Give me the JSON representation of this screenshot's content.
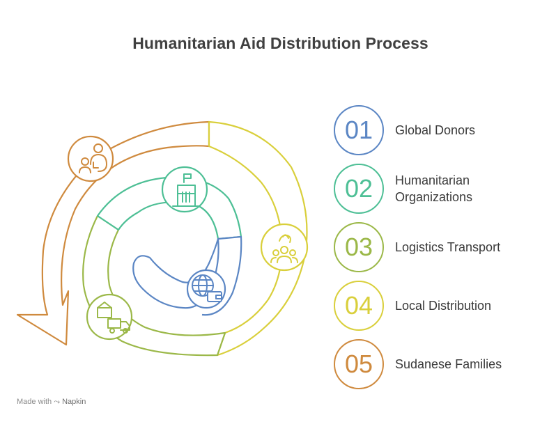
{
  "title": "Humanitarian Aid Distribution Process",
  "steps": [
    {
      "number": "01",
      "label": "Global Donors",
      "color": "#5b86c4",
      "icon": "donors-icon"
    },
    {
      "number": "02",
      "label": "Humanitarian Organizations",
      "color": "#4dbf95",
      "icon": "organization-building-icon"
    },
    {
      "number": "03",
      "label": "Logistics Transport",
      "color": "#9bb848",
      "icon": "delivery-truck-icon"
    },
    {
      "number": "04",
      "label": "Local Distribution",
      "color": "#d9cf3b",
      "icon": "community-icon"
    },
    {
      "number": "05",
      "label": "Sudanese Families",
      "color": "#cf8a3e",
      "icon": "family-icon"
    }
  ],
  "footer": {
    "made_with": "Made with",
    "brand": "Napkin"
  }
}
